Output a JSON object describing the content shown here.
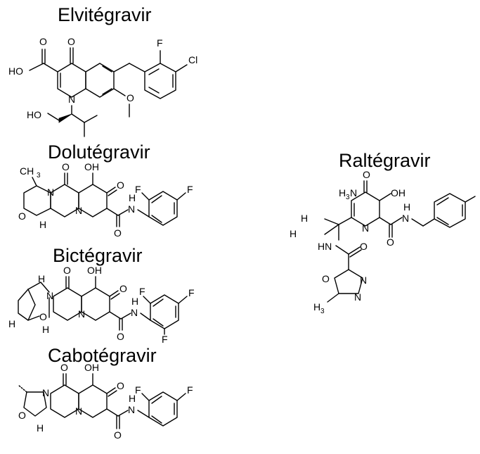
{
  "figure": {
    "molecules": [
      {
        "name": "Elvitégravir"
      },
      {
        "name": "Dolutégravir"
      },
      {
        "name": "Bictégravir"
      },
      {
        "name": "Cabotégravir"
      },
      {
        "name": "Raltégravir"
      }
    ],
    "atom_labels": {
      "O": "O",
      "OH": "OH",
      "HO": "HO",
      "N": "N",
      "H": "H",
      "HN": "HN",
      "F": "F",
      "Cl": "Cl",
      "CH": "CH",
      "H3": "H",
      "three": "3"
    }
  }
}
